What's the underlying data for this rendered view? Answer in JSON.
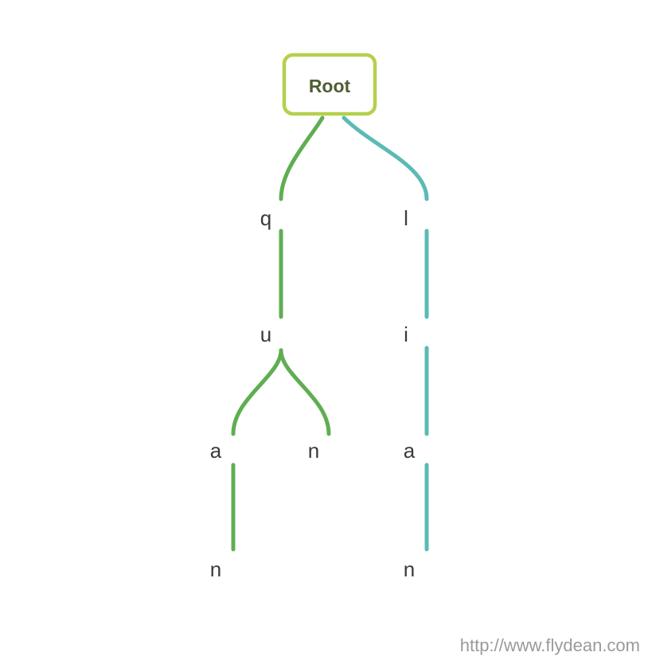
{
  "colors": {
    "root_border": "#b5d04c",
    "root_text": "#4e5e32",
    "branch_q": "#5fae52",
    "branch_l": "#5bbab5",
    "node_text": "#3b3b3b",
    "watermark": "#9a9a9a"
  },
  "tree": {
    "root": "Root",
    "nodes": {
      "q": "q",
      "u": "u",
      "a": "a",
      "an": "n",
      "un": "n",
      "l": "l",
      "i": "i",
      "la": "a",
      "ln": "n"
    }
  },
  "watermark": "http://www.flydean.com"
}
